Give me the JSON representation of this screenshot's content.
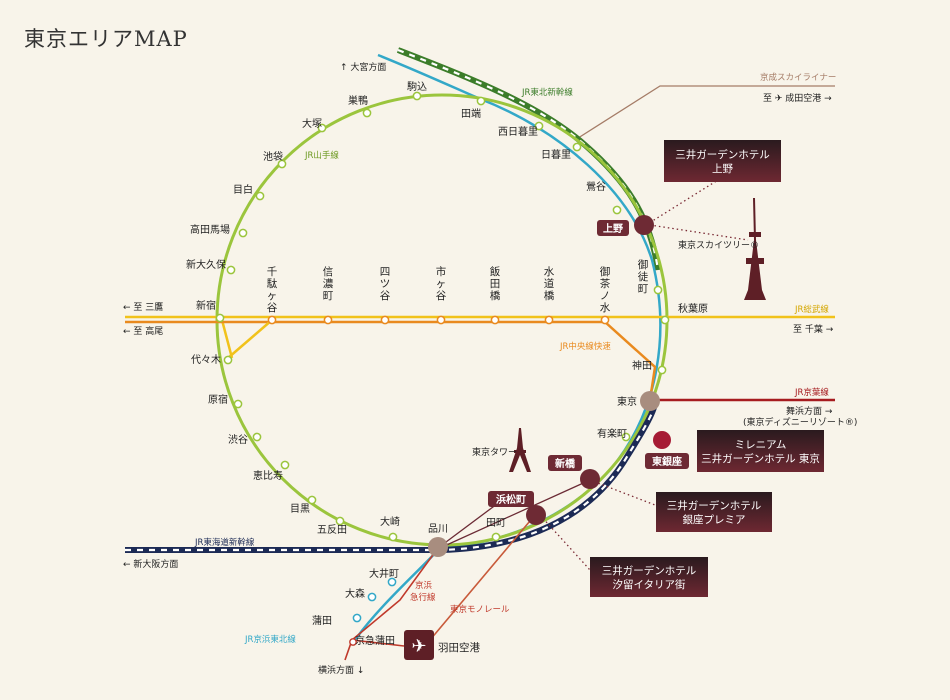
{
  "title": "東京エリアMAP",
  "colors": {
    "background": "#f8f4ea",
    "yamanote": "#9bc53d",
    "chuo": "#e98a1f",
    "sobu": "#f1c21b",
    "keihin": "#33a8c8",
    "tohoku_shinkansen": "#3c7d2a",
    "tokaido_shinkansen": "#1c2a55",
    "keiyo": "#a61b1f",
    "keisei": "#a57c67",
    "keikyu": "#c0392b",
    "monorail": "#c85a3a",
    "hotel": "#7a2a34"
  },
  "lines": {
    "yamanote": "JR山手線",
    "tohoku_shinkansen": "JR東北新幹線",
    "chuo_rapid": "JR中央線快速",
    "sobu": "JR総武線",
    "keiyo": "JR京葉線",
    "tokaido_shinkansen": "JR東海道新幹線",
    "keihin_tohoku": "JR京浜東北線",
    "keikyu": "京浜\n急行線",
    "monorail": "東京モノレール",
    "keisei_skyliner": "京成スカイライナー"
  },
  "directions": {
    "omiya": "↑ 大宮方面",
    "narita": "至 ✈ 成田空港 →",
    "mitaka": "← 至 三鷹",
    "takao": "← 至 高尾",
    "chiba": "至 千葉 →",
    "maihama": "舞浜方面 →",
    "disney": "(東京ディズニーリゾート®)",
    "shin_osaka": "← 新大阪方面",
    "yokohama": "横浜方面 ↓"
  },
  "yamanote_stations": [
    "駒込",
    "田端",
    "西日暮里",
    "日暮里",
    "鶯谷",
    "御徒町",
    "秋葉原",
    "神田",
    "有楽町",
    "田町",
    "大崎",
    "五反田",
    "目黒",
    "恵比寿",
    "渋谷",
    "原宿",
    "代々木",
    "新宿",
    "新大久保",
    "高田馬場",
    "目白",
    "池袋",
    "大塚",
    "巣鴨"
  ],
  "chuo_stations": [
    "千駄ヶ谷",
    "信濃町",
    "四ツ谷",
    "市ヶ谷",
    "飯田橋",
    "水道橋",
    "御茶ノ水"
  ],
  "south_stations": [
    "大井町",
    "大森",
    "蒲田",
    "京急蒲田"
  ],
  "hub_stations": {
    "ueno": "上野",
    "tokyo": "東京",
    "shinbashi": "新橋",
    "hamamatsucho": "浜松町",
    "shinagawa": "品川",
    "higashi_ginza": "東銀座"
  },
  "landmarks": {
    "skytree": "東京スカイツリー®",
    "tokyo_tower": "東京タワー",
    "haneda": "羽田空港"
  },
  "hotels": {
    "ueno": [
      "三井ガーデンホテル",
      "上野"
    ],
    "ginza_tokyo": [
      "ミレニアム",
      "三井ガーデンホテル 東京"
    ],
    "ginza_premier": [
      "三井ガーデンホテル",
      "銀座プレミア"
    ],
    "shiodome": [
      "三井ガーデンホテル",
      "汐留イタリア街"
    ]
  }
}
